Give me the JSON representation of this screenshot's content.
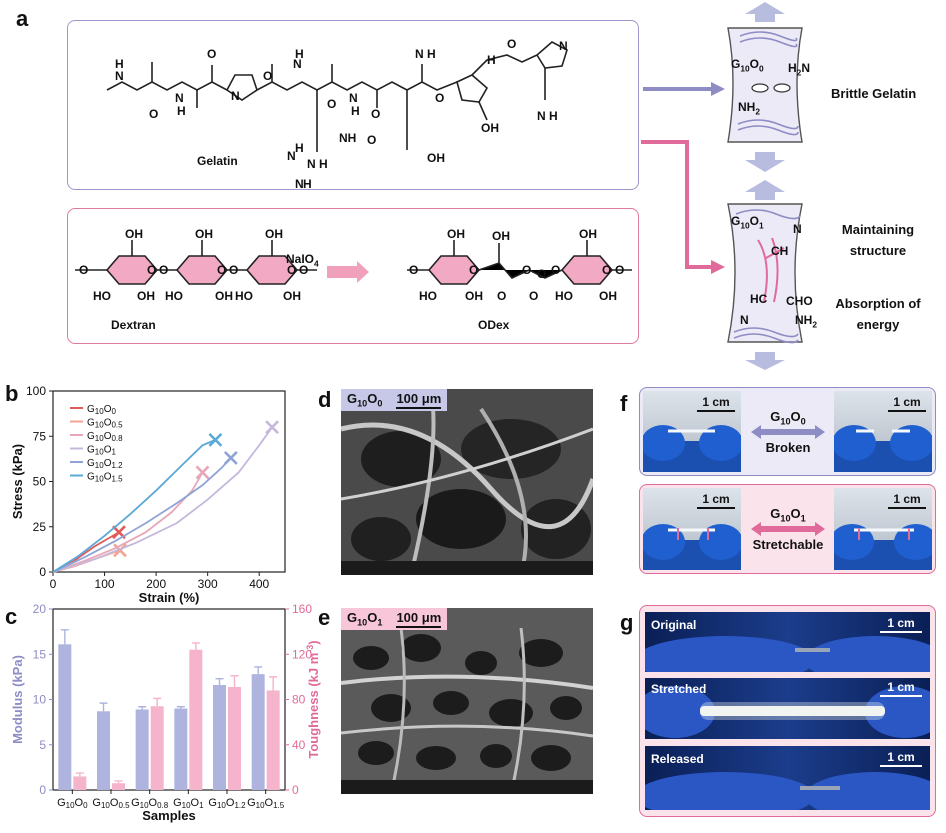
{
  "panels": {
    "a": {
      "label": "a",
      "gelatin": "Gelatin",
      "dextran": "Dextran",
      "odex": "ODex",
      "reagent": "NaIO",
      "reagent_sub": "4",
      "top_state": {
        "sample": "G",
        "sub1": "10",
        "mid": "O",
        "sub2": "0",
        "amine": "H",
        "amine_sub": "2",
        "amine_n": "N",
        "caption": "Brittle Gelatin",
        "nh2_bottom": "NH",
        "nh2_sub": "2"
      },
      "bottom_state": {
        "sample": "G",
        "sub1": "10",
        "mid": "O",
        "sub2": "1",
        "caption1": "Maintaining",
        "caption1b": "structure",
        "caption2": "Absorption of",
        "caption2b": "energy",
        "n_top": "N",
        "ch": "CH",
        "hc": "HC",
        "n_bottom": "N",
        "cho": "CHO",
        "nh2": "NH",
        "nh2_sub": "2"
      },
      "gelatin_atoms": [
        "N",
        "H",
        "N",
        "H",
        "O",
        "N",
        "O",
        "H",
        "N",
        "O",
        "H",
        "N",
        "O",
        "N",
        "O",
        "H",
        "N",
        "O",
        "H",
        "N",
        "O",
        "N",
        "H",
        "H",
        "N",
        "N",
        "H",
        "NH",
        "H",
        "N",
        "O",
        "OH",
        "OH",
        "O",
        "N",
        "H",
        "H"
      ],
      "gelatin_subs": [
        "2"
      ],
      "dextran_atoms": [
        "OH",
        "OH",
        "OH",
        "O",
        "O",
        "O",
        "O",
        "O",
        "O",
        "O",
        "HO",
        "OH",
        "HO",
        "OH",
        "HO",
        "OH"
      ],
      "odex_atoms": [
        "OH",
        "OH",
        "OH",
        "O",
        "O",
        "O",
        "O",
        "O",
        "O",
        "O",
        "O",
        "O",
        "HO",
        "OH",
        "HO",
        "OH"
      ]
    },
    "b": {
      "label": "b",
      "chart_data": {
        "type": "line",
        "xlabel": "Strain (%)",
        "ylabel": "Stress (kPa)",
        "xlim": [
          0,
          450
        ],
        "ylim": [
          0,
          100
        ],
        "xticks": [
          0,
          100,
          200,
          300,
          400
        ],
        "yticks": [
          0,
          25,
          50,
          75,
          100
        ],
        "series": [
          {
            "name": "G10O0",
            "n1": "10",
            "n2": "0",
            "color": "#e05a5a",
            "x": [
              0,
              40,
              80,
              110,
              128
            ],
            "y": [
              0,
              6,
              14,
              19,
              22
            ]
          },
          {
            "name": "G10O0.5",
            "n1": "10",
            "n2": "0.5",
            "color": "#f2a394",
            "x": [
              0,
              40,
              80,
              110,
              130
            ],
            "y": [
              0,
              3,
              7,
              10,
              12
            ]
          },
          {
            "name": "G10O0.8",
            "n1": "10",
            "n2": "0.8",
            "color": "#e8a6b8",
            "x": [
              0,
              60,
              120,
              180,
              230,
              270,
              290
            ],
            "y": [
              0,
              6,
              13,
              22,
              33,
              45,
              55
            ]
          },
          {
            "name": "G10O1",
            "n1": "10",
            "n2": "1",
            "color": "#c5b8dc",
            "x": [
              0,
              80,
              160,
              240,
              300,
              360,
              400,
              425
            ],
            "y": [
              0,
              7,
              16,
              27,
              40,
              55,
              70,
              80
            ]
          },
          {
            "name": "G10O1.2",
            "n1": "10",
            "n2": "1.2",
            "color": "#8fa3d6",
            "x": [
              0,
              60,
              120,
              180,
              240,
              290,
              325,
              345
            ],
            "y": [
              0,
              8,
              17,
              27,
              38,
              48,
              57,
              63
            ]
          },
          {
            "name": "G10O1.5",
            "n1": "10",
            "n2": "1.5",
            "color": "#5aa9d6",
            "x": [
              0,
              50,
              100,
              150,
              200,
              250,
              290,
              315
            ],
            "y": [
              0,
              9,
              20,
              32,
              45,
              59,
              70,
              73
            ]
          }
        ]
      }
    },
    "c": {
      "label": "c",
      "chart_data": {
        "type": "bar",
        "categories": [
          "G10O0",
          "G10O0.5",
          "G10O0.8",
          "G10O1",
          "G10O1.2",
          "G10O1.5"
        ],
        "cat_sub1": [
          "10",
          "10",
          "10",
          "10",
          "10",
          "10"
        ],
        "cat_sub2": [
          "0",
          "0.5",
          "0.8",
          "1",
          "1.2",
          "1.5"
        ],
        "xlabel": "Samples",
        "ylabel_left": "Modulus (kPa)",
        "ylabel_right_main": "Toughness (kJ m",
        "ylabel_right_sup": "-3",
        "ylabel_right_end": ")",
        "ylim_left": [
          0,
          20
        ],
        "ylim_right": [
          0,
          160
        ],
        "yticks_left": [
          0,
          5,
          10,
          15,
          20
        ],
        "yticks_right": [
          0,
          40,
          80,
          120,
          160
        ],
        "series": [
          {
            "axis": "left",
            "color": "#aeb4de",
            "values": [
              16.1,
              8.7,
              8.9,
              9.0,
              11.6,
              12.8
            ],
            "errors": [
              1.6,
              0.9,
              0.3,
              0.2,
              0.7,
              0.8
            ]
          },
          {
            "axis": "right",
            "color": "#f5b3cc",
            "values": [
              12,
              6,
              74,
              124,
              91,
              88
            ],
            "errors": [
              3,
              2,
              7,
              6,
              10,
              12
            ]
          }
        ]
      }
    },
    "d": {
      "label": "d",
      "sample": "G",
      "s1": "10",
      "mid": "O",
      "s2": "0",
      "scale": "100 μm"
    },
    "e": {
      "label": "e",
      "sample": "G",
      "s1": "10",
      "mid": "O",
      "s2": "1",
      "scale": "100 μm"
    },
    "f": {
      "label": "f",
      "top": {
        "sample": "G",
        "s1": "10",
        "mid": "O",
        "s2": "0",
        "state": "Broken",
        "scale": "1 cm"
      },
      "bottom": {
        "sample": "G",
        "s1": "10",
        "mid": "O",
        "s2": "1",
        "state": "Stretchable",
        "scale": "1 cm"
      }
    },
    "g": {
      "label": "g",
      "rows": [
        {
          "caption": "Original",
          "scale": "1 cm"
        },
        {
          "caption": "Stretched",
          "scale": "1 cm"
        },
        {
          "caption": "Released",
          "scale": "1 cm"
        }
      ]
    }
  },
  "colors": {
    "purple": "#8e8cc4",
    "pink": "#e06a9a",
    "purple_fill": "#ebeaf6",
    "pink_fill": "#fbe3ec",
    "ring": "#f2a9c4"
  }
}
